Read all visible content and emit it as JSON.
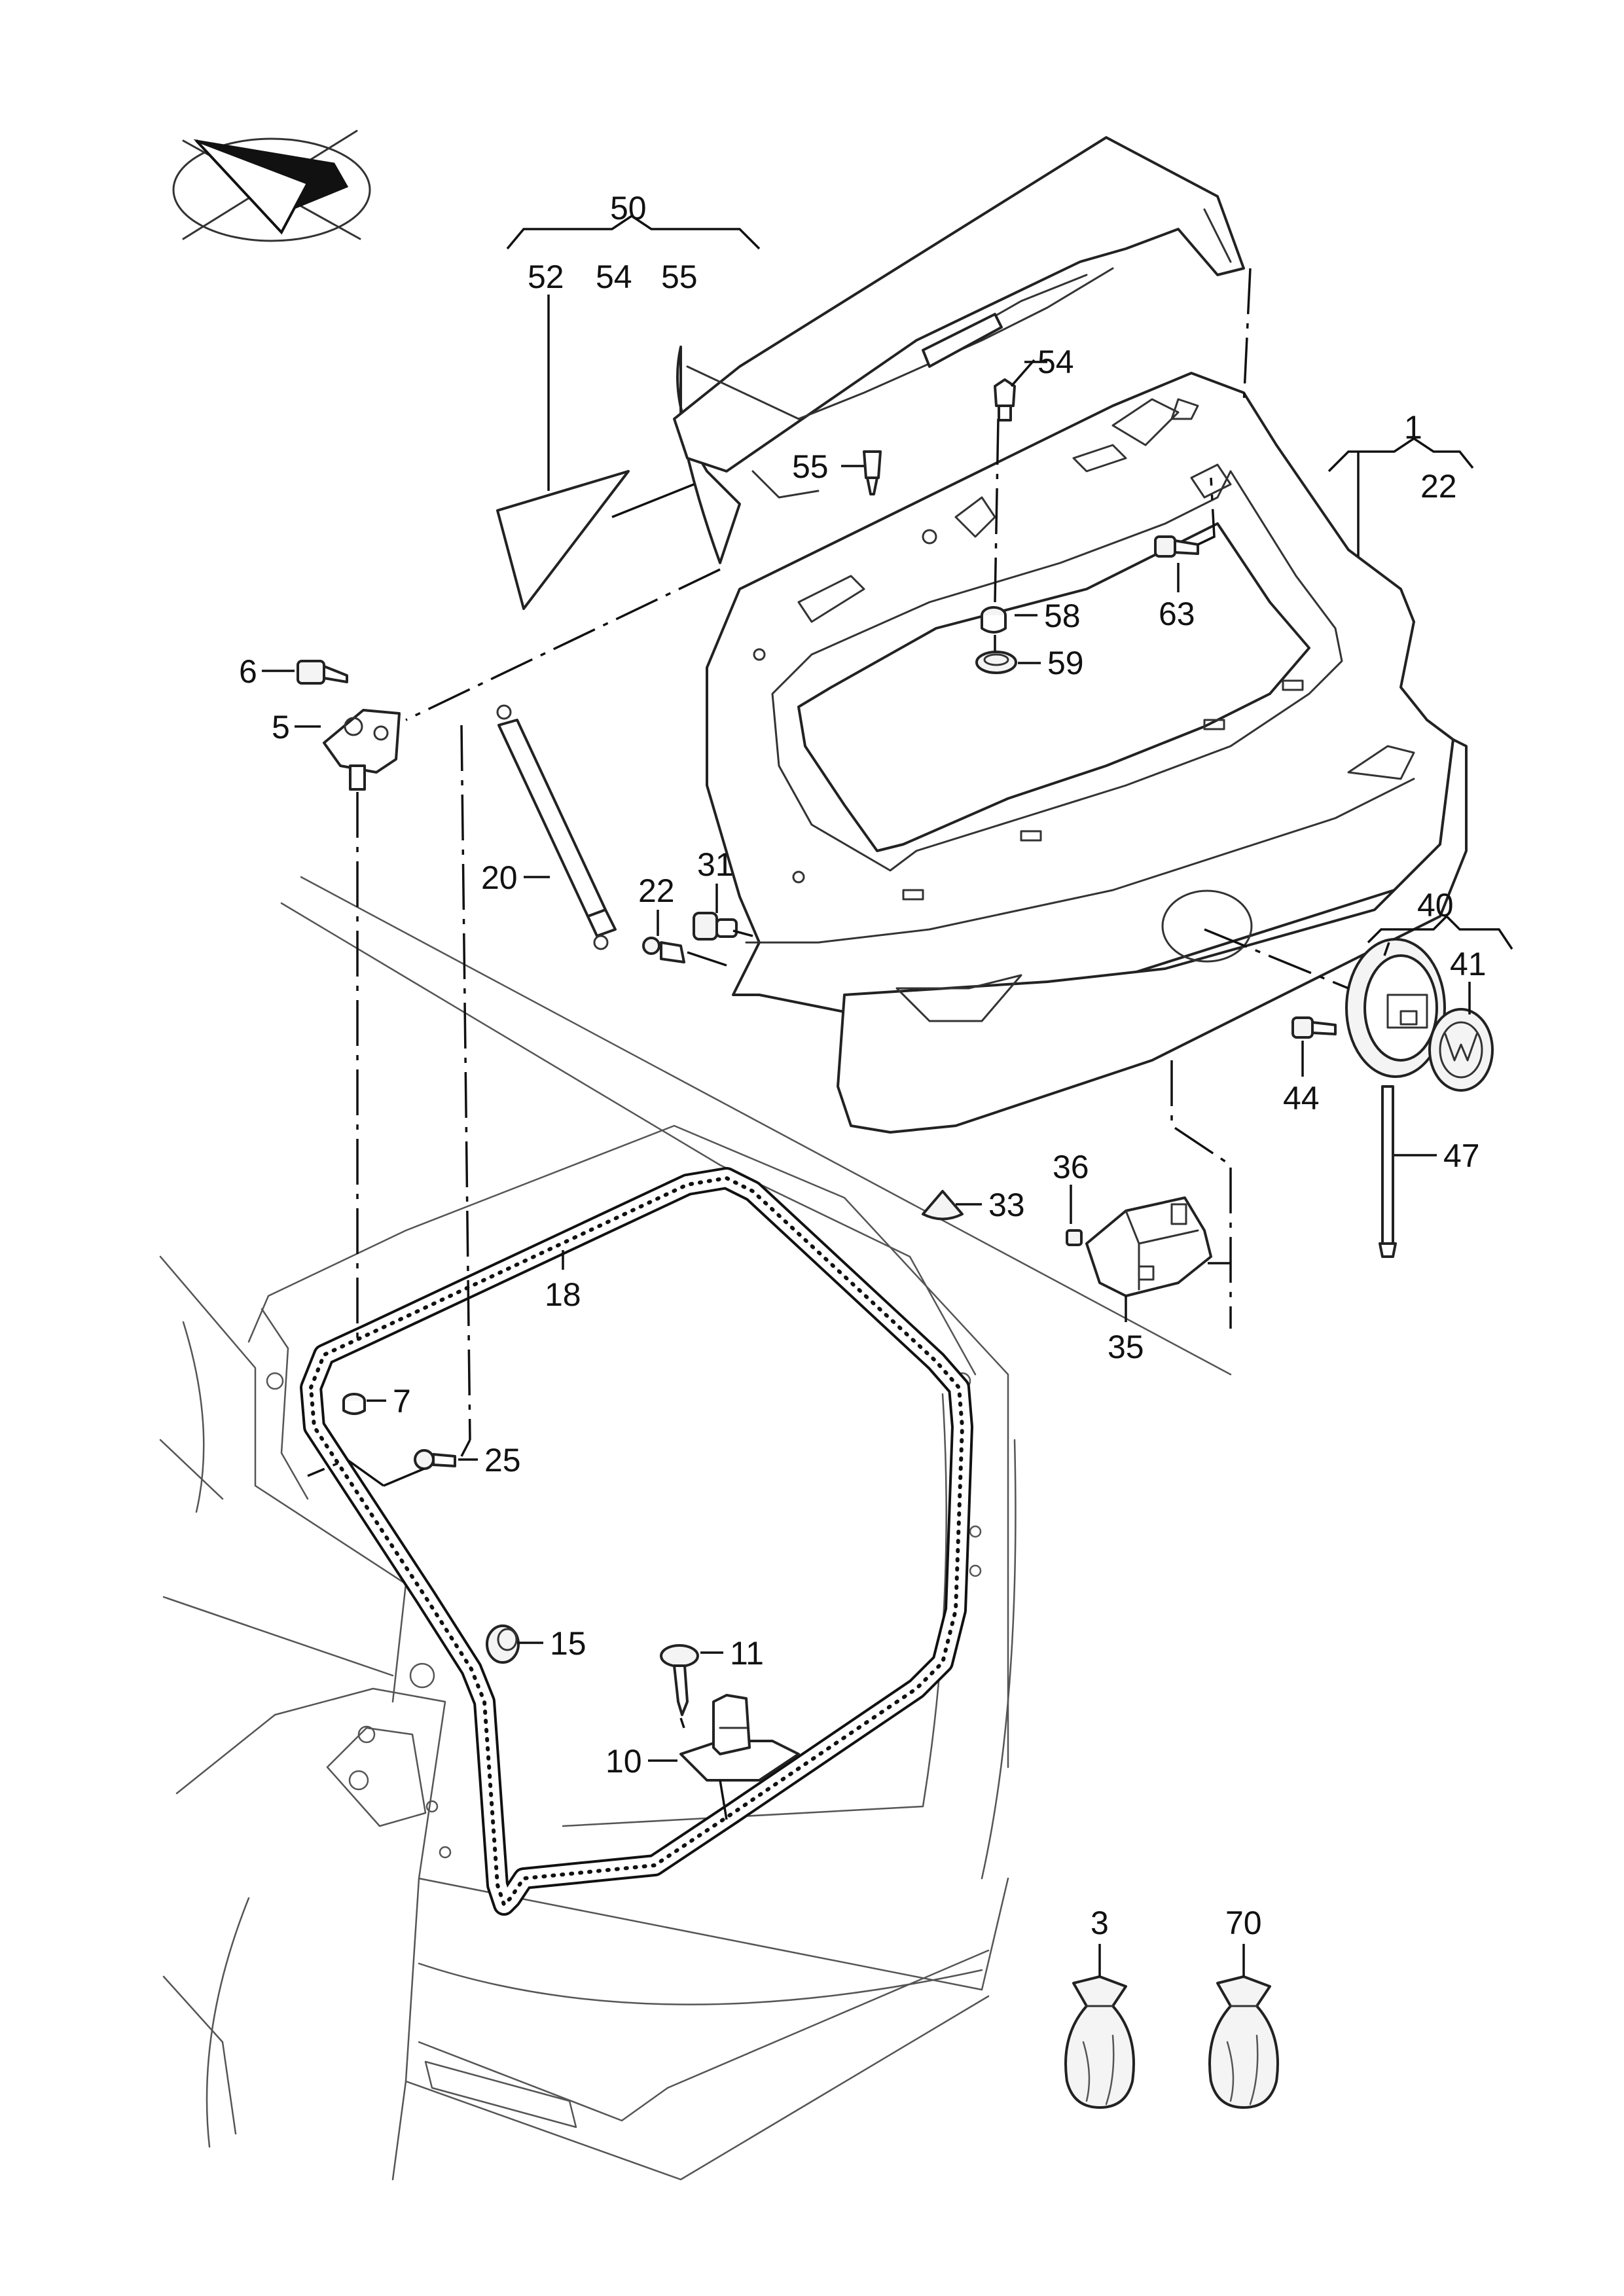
{
  "diagram": {
    "callouts": {
      "c1": "1",
      "c22a": "22",
      "c50": "50",
      "c52": "52",
      "c54a": "54",
      "c55a": "55",
      "c54b": "54",
      "c55b": "55",
      "c58": "58",
      "c59": "59",
      "c63": "63",
      "c6": "6",
      "c5": "5",
      "c20": "20",
      "c22b": "22",
      "c31": "31",
      "c40": "40",
      "c41": "41",
      "c44": "44",
      "c47": "47",
      "c33": "33",
      "c36": "36",
      "c35": "35",
      "c18": "18",
      "c7": "7",
      "c25": "25",
      "c15": "15",
      "c11": "11",
      "c10": "10",
      "c3": "3",
      "c70": "70"
    },
    "icons": [
      "view-direction-icon",
      "vw-emblem-icon",
      "sealant-bag-icon"
    ]
  }
}
